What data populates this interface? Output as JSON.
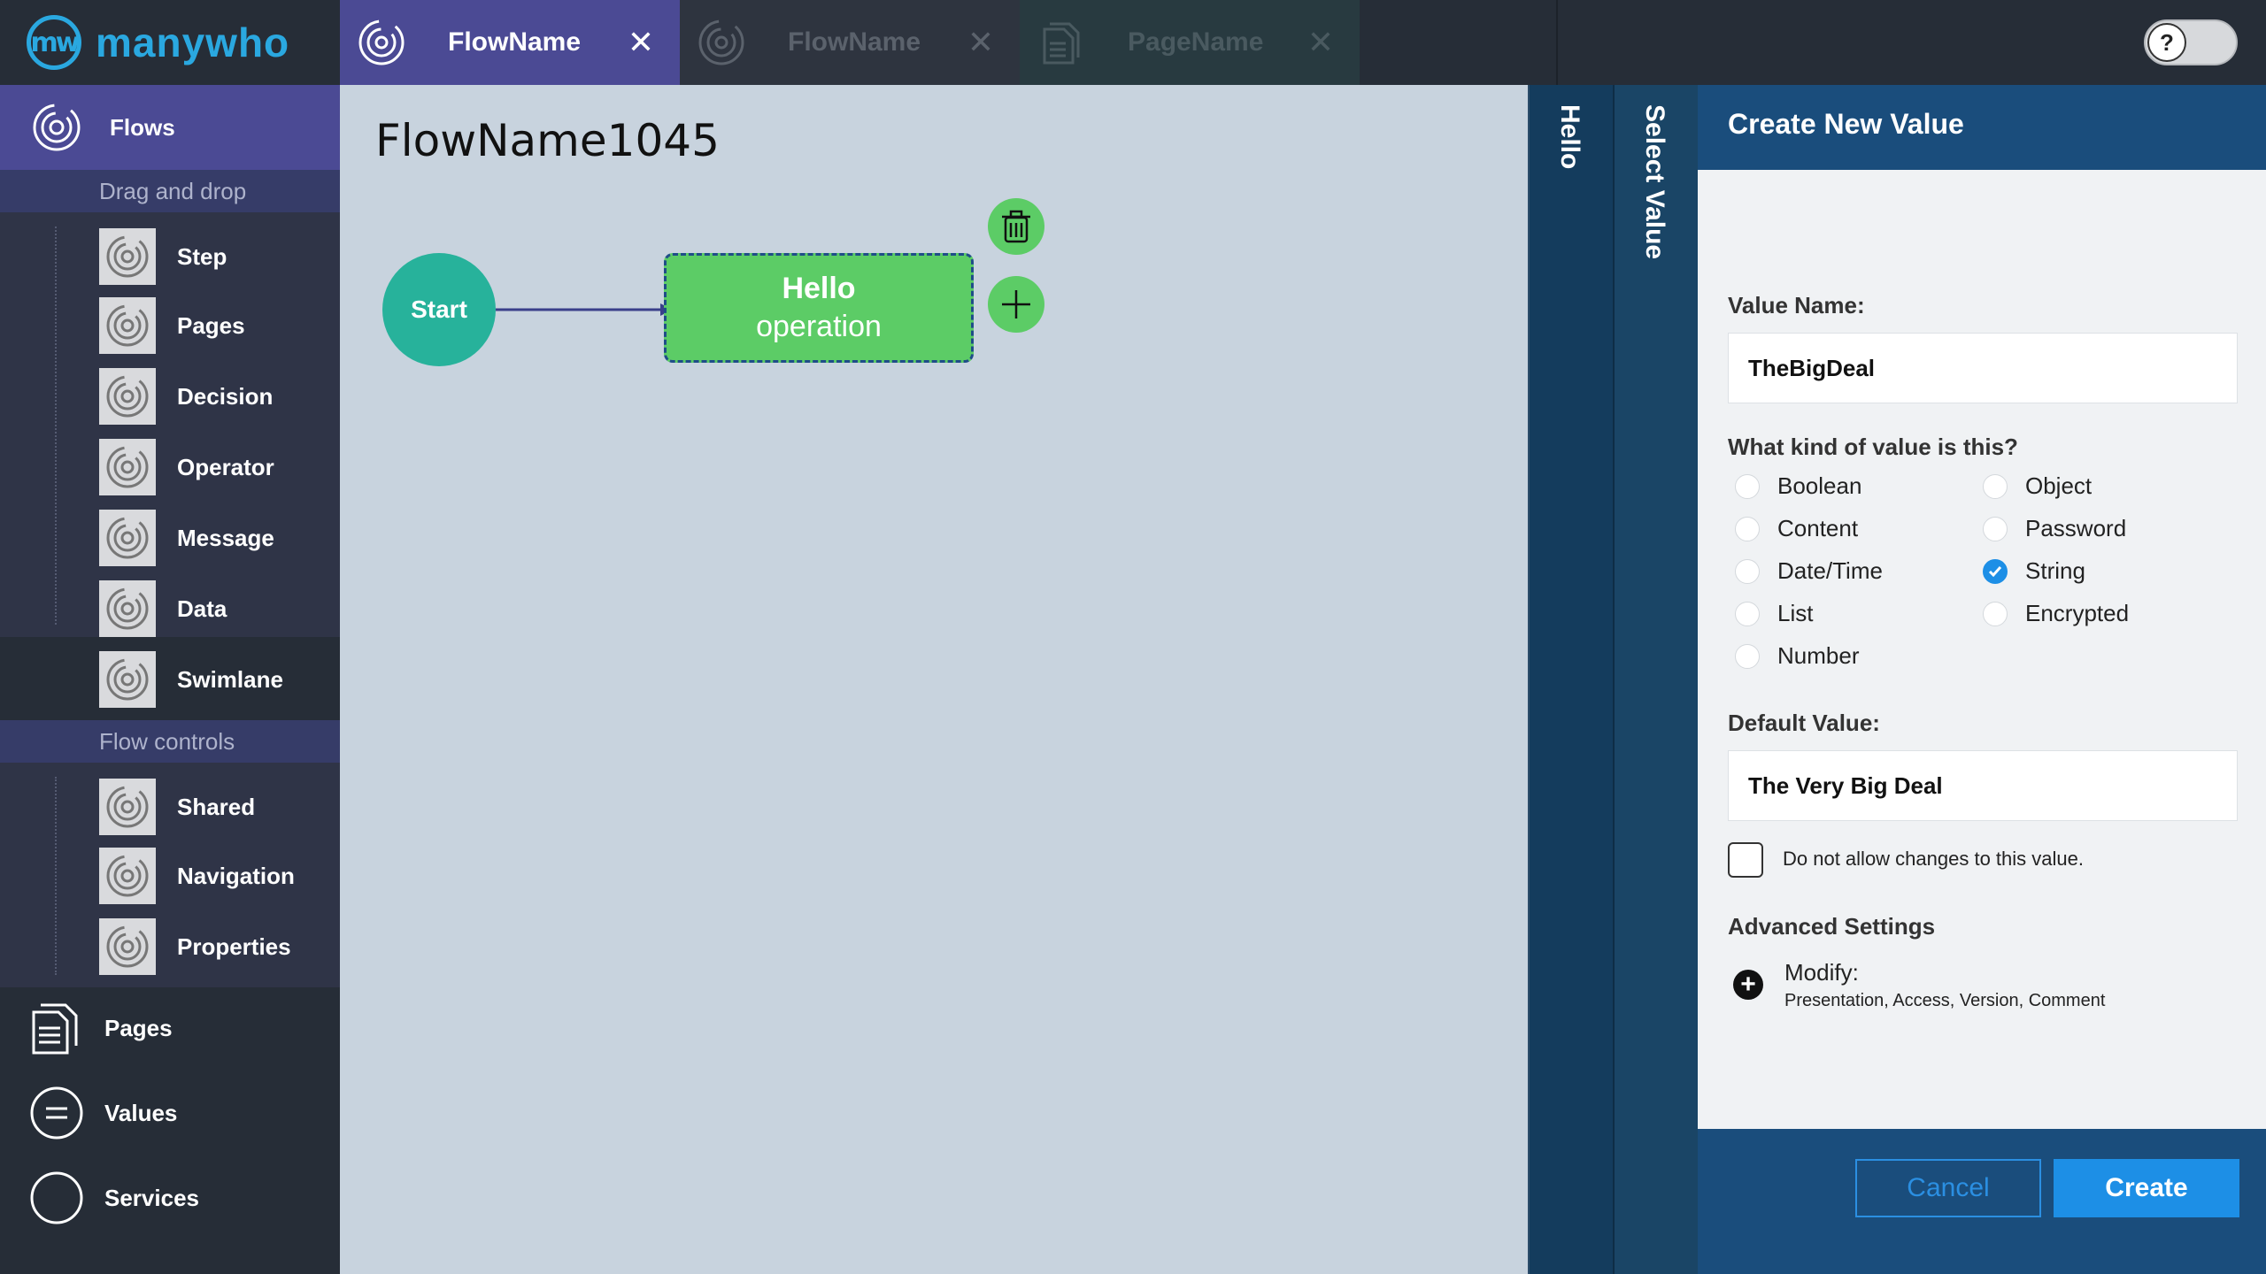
{
  "app": {
    "logo_text": "manywho",
    "logo_mark": "mw"
  },
  "tabs": [
    {
      "label": "FlowName",
      "close": "✕",
      "icon": "flow-icon",
      "active": true
    },
    {
      "label": "FlowName",
      "close": "✕",
      "icon": "flow-icon",
      "active": false
    },
    {
      "label": "PageName",
      "close": "✕",
      "icon": "page-icon",
      "active": false
    }
  ],
  "toggle": {
    "glyph": "?"
  },
  "sidebar": {
    "flows_label": "Flows",
    "drag_drop_header": "Drag and drop",
    "tools": [
      "Step",
      "Pages",
      "Decision",
      "Operator",
      "Message",
      "Data",
      "Swimlane"
    ],
    "flow_controls_header": "Flow controls",
    "controls": [
      "Shared",
      "Navigation",
      "Properties"
    ],
    "main_items": [
      {
        "label": "Pages",
        "icon": "page-icon"
      },
      {
        "label": "Values",
        "icon": "equals-circle-icon"
      },
      {
        "label": "Services",
        "icon": "circle-icon"
      }
    ]
  },
  "canvas": {
    "title": "FlowName1045",
    "start_label": "Start",
    "operation": {
      "title": "Hello",
      "subtitle": "operation"
    }
  },
  "strips": {
    "hello": "Hello",
    "select_value": "Select Value"
  },
  "panel": {
    "header": "Create New Value",
    "value_name_label": "Value Name:",
    "value_name": "TheBigDeal",
    "kind_label": "What kind of value is this?",
    "kinds_left": [
      "Boolean",
      "Content",
      "Date/Time",
      "List",
      "Number"
    ],
    "kinds_right": [
      "Object",
      "Password",
      "String",
      "Encrypted"
    ],
    "selected_kind": "String",
    "default_label": "Default Value:",
    "default_value": "The Very Big Deal",
    "lock_label": "Do not allow changes to this value.",
    "advanced_label": "Advanced Settings",
    "modify_label": "Modify:",
    "modify_sub": "Presentation, Access, Version, Comment",
    "cancel": "Cancel",
    "create": "Create"
  },
  "colors": {
    "accent": "#4b4a94",
    "dark": "#262d37",
    "node_green": "#5ccc66",
    "start_teal": "#27b29b",
    "panel_blue": "#1a4d7c",
    "button_blue": "#1d8fe6"
  }
}
